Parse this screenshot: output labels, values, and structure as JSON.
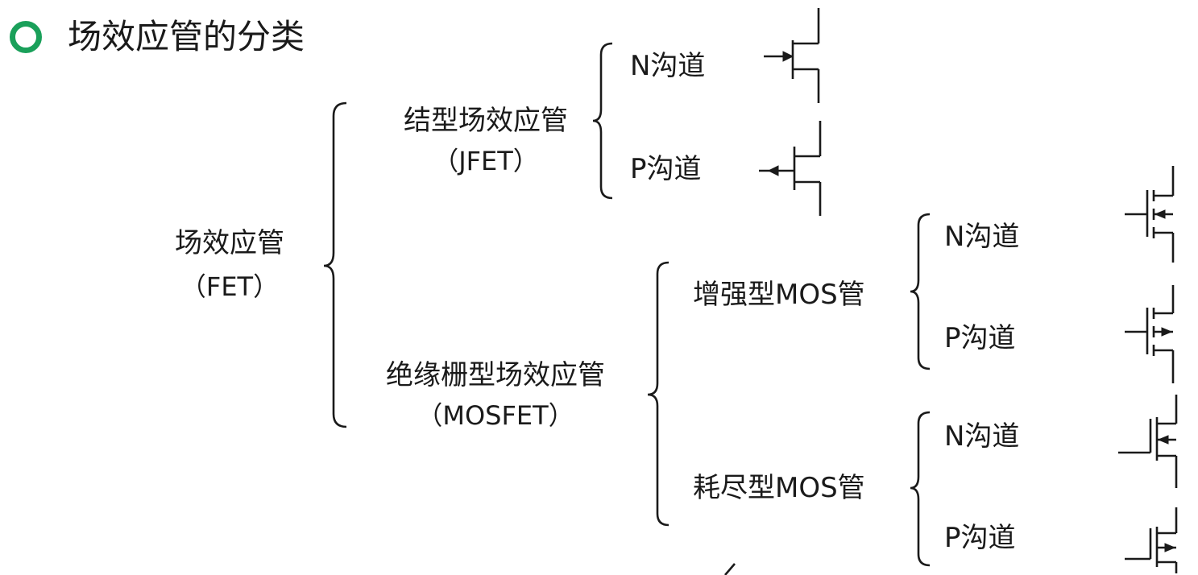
{
  "title": "场效应管的分类",
  "root": {
    "name": "场效应管",
    "abbr": "（FET）"
  },
  "jfet": {
    "name": "结型场效应管",
    "abbr": "（JFET）",
    "channels": [
      "N沟道",
      "P沟道"
    ]
  },
  "mosfet": {
    "name": "绝缘栅型场效应管",
    "abbr": "（MOSFET）",
    "enhancement": {
      "name": "增强型MOS管",
      "channels": [
        "N沟道",
        "P沟道"
      ]
    },
    "depletion": {
      "name": "耗尽型MOS管",
      "channels": [
        "N沟道",
        "P沟道"
      ]
    }
  },
  "colors": {
    "accent": "#1aa05a",
    "text": "#1a1a1a",
    "background": "#ffffff"
  }
}
